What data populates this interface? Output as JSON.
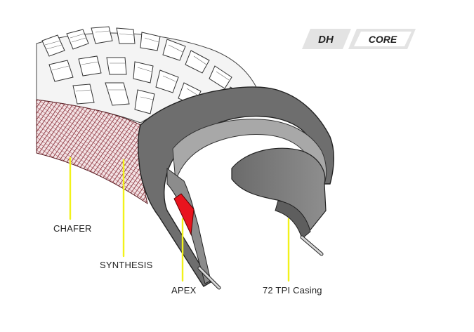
{
  "badge": {
    "left_text": "DH",
    "right_text": "CORE"
  },
  "callouts": [
    {
      "id": "chafer",
      "label": "CHAFER"
    },
    {
      "id": "synthesis",
      "label": "SYNTHESIS"
    },
    {
      "id": "apex",
      "label": "APEX"
    },
    {
      "id": "casing",
      "label": "72 TPI Casing"
    }
  ],
  "colors": {
    "callout_line": "#f2f21a",
    "apex": "#e8141e",
    "chafer": "#7a1e28",
    "casing_dark": "#5a5a5a",
    "casing_mid": "#8c8c8c",
    "casing_light": "#a6a6a6",
    "badge_bg": "#e3e3e3"
  },
  "icons": [
    "tire-cross-section-illustration"
  ]
}
